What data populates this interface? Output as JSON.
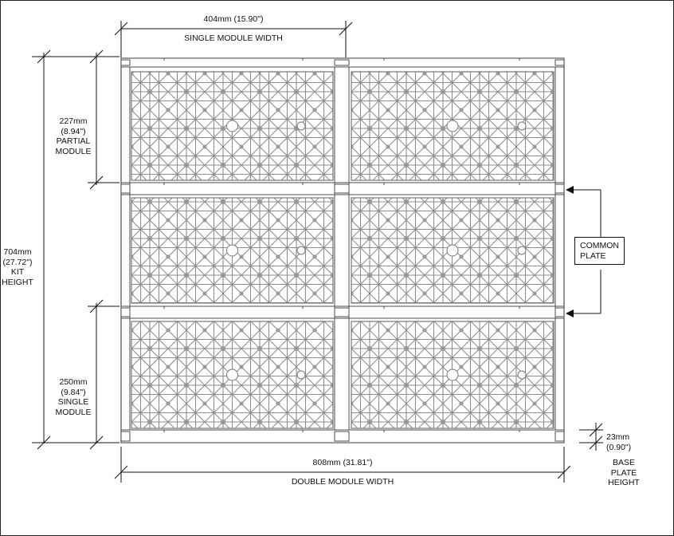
{
  "dimensions": {
    "single_width": {
      "value": "404mm (15.90\")",
      "caption": "SINGLE MODULE WIDTH"
    },
    "double_width": {
      "value": "808mm (31.81\")",
      "caption": "DOUBLE MODULE WIDTH"
    },
    "partial_module": {
      "line1": "227mm",
      "line2": "(8.94\")",
      "line3": "PARTIAL",
      "line4": "MODULE"
    },
    "kit_height": {
      "line1": "704mm",
      "line2": "(27.72\")",
      "line3": "KIT",
      "line4": "HEIGHT"
    },
    "single_module": {
      "line1": "250mm",
      "line2": "(9.84\")",
      "line3": "SINGLE",
      "line4": "MODULE"
    },
    "base_plate": {
      "line1": "23mm",
      "line2": "(0.90\")",
      "line3": "BASE",
      "line4": "PLATE",
      "line5": "HEIGHT"
    }
  },
  "callout": {
    "line1": "COMMON",
    "line2": "PLATE"
  },
  "colors": {
    "line": "#111111",
    "panel": "#9a9a9a",
    "frame": "#555555"
  }
}
